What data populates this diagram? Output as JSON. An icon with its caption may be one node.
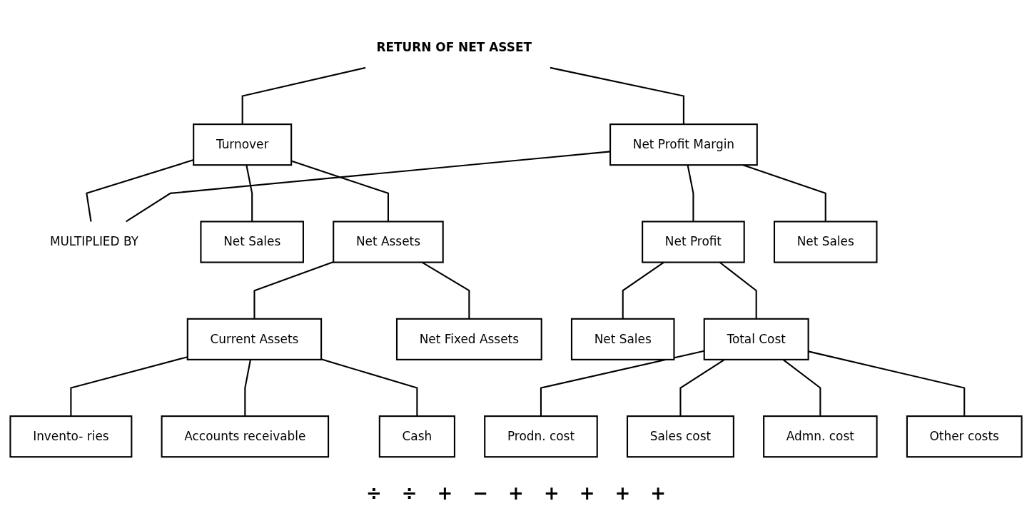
{
  "diagram": {
    "nodes": [
      {
        "text": [
          "RETURN OF NET ASSET"
        ]
      },
      {
        "text": [
          "Turnover"
        ]
      },
      {
        "text": [
          "MULTIPLIED BY"
        ]
      },
      {
        "text": [
          "Net Profit Margin"
        ]
      },
      {
        "text": [
          "Net Sales"
        ]
      },
      {
        "text": [
          "Net Assets"
        ]
      },
      {
        "text": [
          "Net Profit"
        ]
      },
      {
        "text": [
          "Net Sales"
        ]
      },
      {
        "text": [
          "Current Assets"
        ]
      },
      {
        "text": [
          "Net Fixed Assets"
        ]
      },
      {
        "text": [
          "Net Sales"
        ]
      },
      {
        "text": [
          "Total Cost"
        ]
      },
      {
        "text": [
          "Invento- ries"
        ]
      },
      {
        "text": [
          "Accounts receivable"
        ]
      },
      {
        "text": [
          "Cash"
        ]
      },
      {
        "text": [
          "Prodn. cost"
        ]
      },
      {
        "text": [
          "Sales cost"
        ]
      },
      {
        "text": [
          "Admn. cost"
        ]
      },
      {
        "text": [
          "Other costs"
        ]
      }
    ],
    "edges": [
      {
        "from": 0,
        "to": 1,
        "arrow": "none"
      },
      {
        "from": 0,
        "to": 3,
        "arrow": "none"
      },
      {
        "from": 1,
        "to": 2,
        "arrow": "none"
      },
      {
        "from": 2,
        "to": 3,
        "arrow": "none"
      },
      {
        "from": 1,
        "to": 4,
        "arrow": "none"
      },
      {
        "from": 1,
        "to": 5,
        "arrow": "none"
      },
      {
        "from": 3,
        "to": 6,
        "arrow": "none"
      },
      {
        "from": 3,
        "to": 7,
        "arrow": "none"
      },
      {
        "from": 5,
        "to": 8,
        "arrow": "none"
      },
      {
        "from": 5,
        "to": 9,
        "arrow": "none"
      },
      {
        "from": 6,
        "to": 10,
        "arrow": "none"
      },
      {
        "from": 6,
        "to": 11,
        "arrow": "none"
      },
      {
        "from": 8,
        "to": 12,
        "arrow": "none"
      },
      {
        "from": 8,
        "to": 13,
        "arrow": "none"
      },
      {
        "from": 8,
        "to": 14,
        "arrow": "none"
      },
      {
        "from": 11,
        "to": 15,
        "arrow": "none"
      },
      {
        "from": 11,
        "to": 16,
        "arrow": "none"
      },
      {
        "from": 11,
        "to": 17,
        "arrow": "none"
      },
      {
        "from": 11,
        "to": 18,
        "arrow": "none"
      }
    ],
    "labels": [
      "÷",
      "÷",
      "+",
      "−",
      "+",
      "+",
      "+",
      "+",
      "+"
    ]
  }
}
